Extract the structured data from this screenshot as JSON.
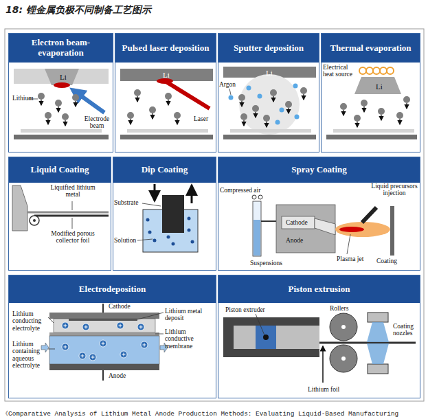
{
  "diagram": {
    "title": "18: 锂金属负极不同制备工艺图示",
    "caption": "《Comparative Analysis of Lithium Metal Anode Production Methods: Evaluating Liquid-Based Manufacturing",
    "nodes": [
      {
        "text": [
          "Electron beam-evaporation"
        ]
      },
      {
        "text": [
          "Li"
        ],
        "in": 0
      },
      {
        "text": [
          "Pulsed laser deposition"
        ]
      },
      {
        "text": [
          "Li"
        ],
        "in": 2
      },
      {
        "text": [
          "Sputter deposition"
        ]
      },
      {
        "text": [
          "Li"
        ],
        "in": 4
      },
      {
        "text": [
          "Thermal evaporation"
        ]
      },
      {
        "text": [
          "Li"
        ],
        "in": 6
      },
      {
        "text": [
          "Liquid Coating"
        ]
      },
      {
        "text": [
          "Dip Coating"
        ]
      },
      {
        "text": [
          "Spray Coating"
        ]
      },
      {
        "text": [
          "Electrodeposition"
        ]
      },
      {
        "text": [
          "Piston extrusion"
        ]
      }
    ],
    "edges": [],
    "labels": [
      "Lithium",
      "Electrode beam",
      "Laser",
      "Argon",
      "Electrical heat source",
      "Liquified lithium metal",
      "Modified porous collector foil",
      "Substrate",
      "Solution",
      "Compressed air",
      "Liquid precursors injection",
      "Cathode",
      "Anode",
      "Suspensions",
      "Plasma jet",
      "Coating",
      "Cathode",
      "Lithium conducting electrolyte",
      "Lithium metal deposit",
      "Lithium conductive membrane",
      "Lithium containing aqueous electrolyte",
      "Anode",
      "Piston extruder",
      "Rollers",
      "Coating nozzles",
      "Lithium foil"
    ]
  }
}
